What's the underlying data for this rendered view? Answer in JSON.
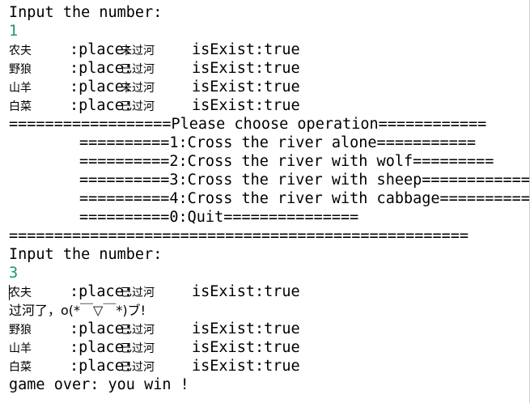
{
  "console": {
    "prompt": "Input the number:",
    "first_input": "1",
    "second_input": "3",
    "place_label": ":place:",
    "status_label": "isExist:true",
    "state_before": [
      {
        "name": "农夫",
        "place": "未过河"
      },
      {
        "name": "野狼",
        "place": "已过河"
      },
      {
        "name": "山羊",
        "place": "未过河"
      },
      {
        "name": "白菜",
        "place": "已过河"
      }
    ],
    "menu": {
      "header": "==================Please choose operation============",
      "options": [
        "==========1:Cross the river alone===========",
        "==========2:Cross the river with wolf=========",
        "==========3:Cross the river with sheep============",
        "==========4:Cross the river with cabbage==========",
        "==========0:Quit==============="
      ],
      "footer": "==================================================="
    },
    "state_after_farmer": {
      "name": "农夫",
      "place": "已过河"
    },
    "crossed_message": "过河了，o(*￣▽￣*)ブ!",
    "state_after": [
      {
        "name": "野狼",
        "place": "已过河"
      },
      {
        "name": "山羊",
        "place": "已过河"
      },
      {
        "name": "白菜",
        "place": "已过河"
      }
    ],
    "result": "game over: you win !"
  }
}
